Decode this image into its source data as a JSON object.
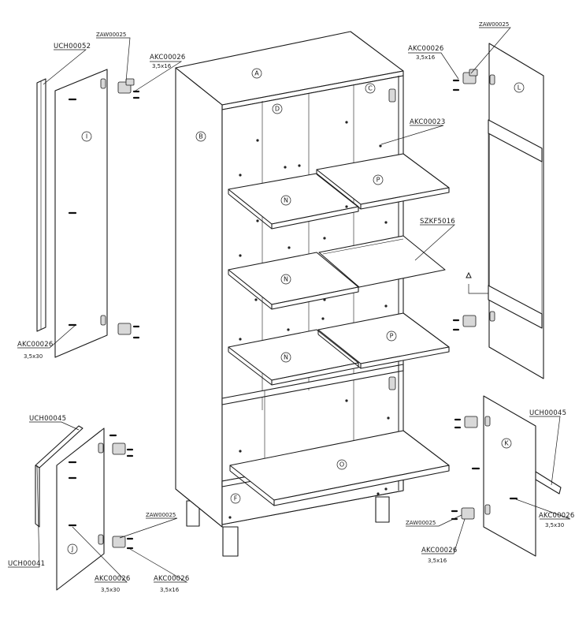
{
  "parts": {
    "A": "A",
    "B": "B",
    "C": "C",
    "D": "D",
    "F": "F",
    "I": "I",
    "J": "J",
    "K": "K",
    "L": "L",
    "N": "N",
    "O": "O",
    "P": "P"
  },
  "codes": {
    "uch00052": "UCH00052",
    "uch00045": "UCH00045",
    "uch00041": "UCH00041",
    "zaw00025": "ZAW00025",
    "akc00026": "AKC00026",
    "akc00023": "AKC00023",
    "szkf5016": "SZKF5016"
  },
  "sizes": {
    "s3516": "3,5x16",
    "s3530": "3,5x30"
  }
}
